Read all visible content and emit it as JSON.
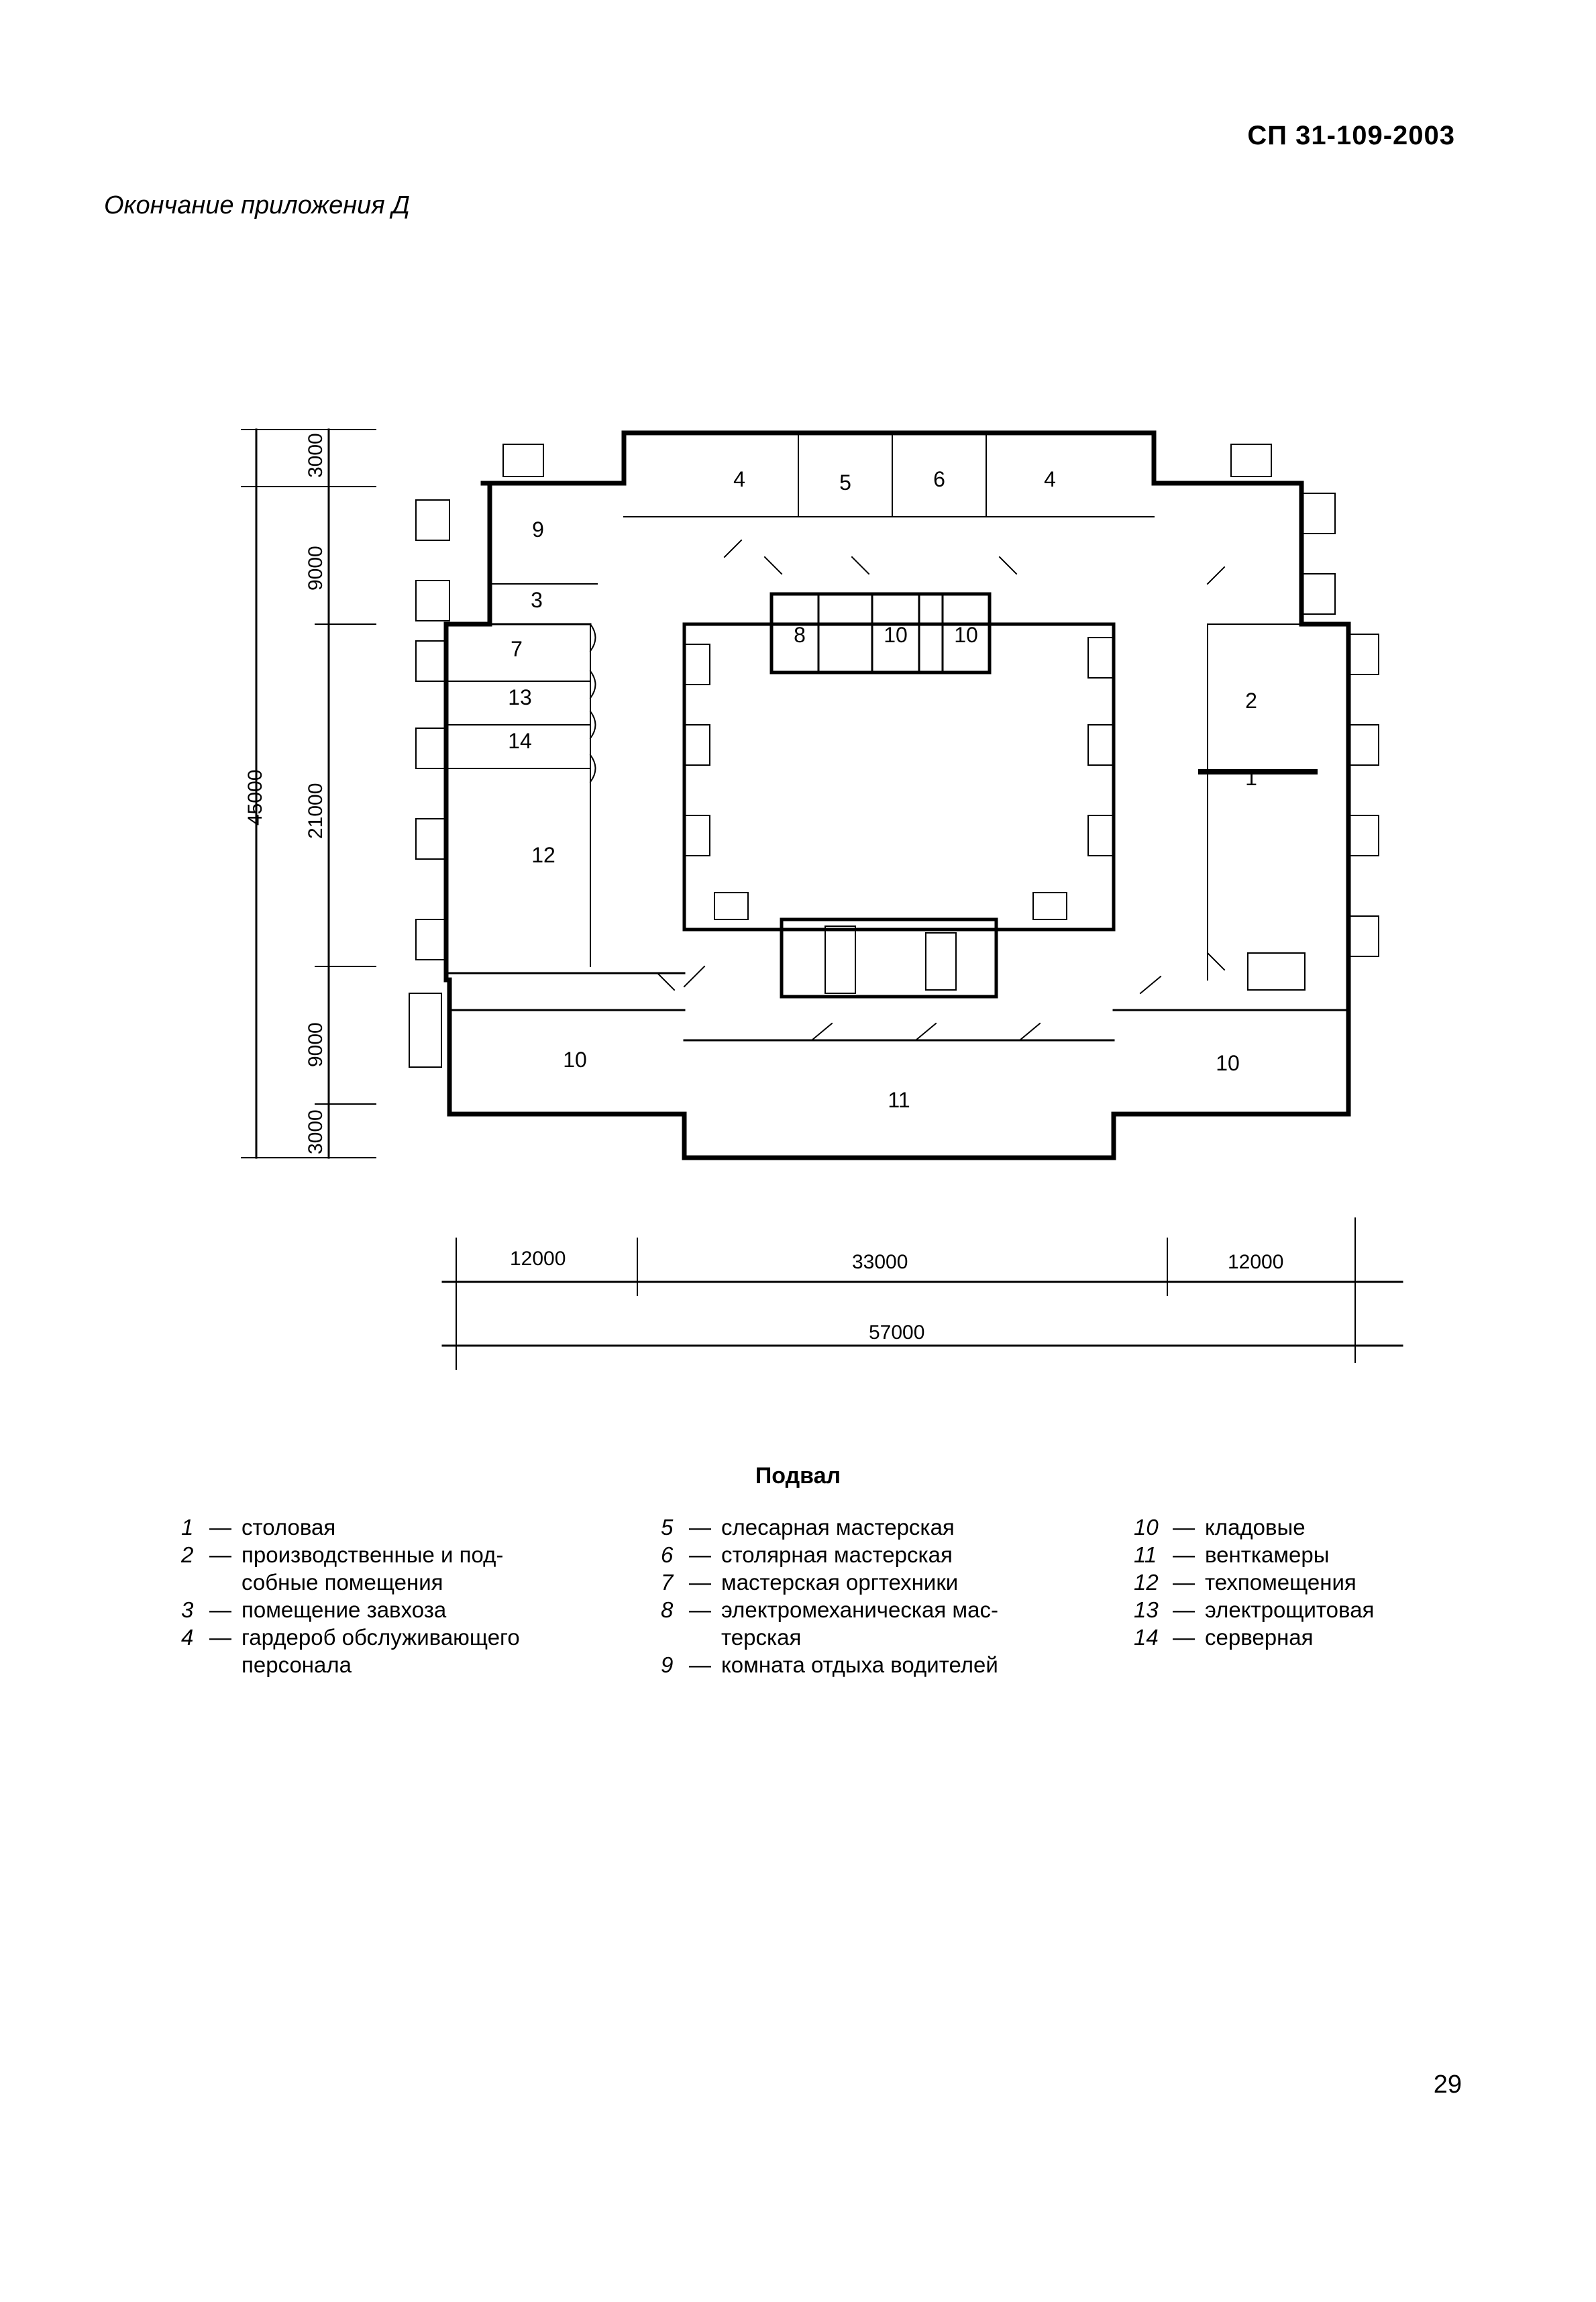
{
  "header": {
    "doc_code": "СП 31-109-2003",
    "appendix_title": "Окончание приложения Д"
  },
  "plan": {
    "vertical_dims": {
      "total": "45000",
      "segments": [
        "3000",
        "9000",
        "21000",
        "9000",
        "3000"
      ]
    },
    "horizontal_dims": {
      "segments": [
        "12000",
        "33000",
        "12000"
      ],
      "total": "57000"
    },
    "room_labels": {
      "r1": "1",
      "r2": "2",
      "r3": "3",
      "r4a": "4",
      "r4b": "4",
      "r5": "5",
      "r6": "6",
      "r7": "7",
      "r8": "8",
      "r9": "9",
      "r10a": "10",
      "r10b": "10",
      "r10c": "10",
      "r10d": "10",
      "r11": "11",
      "r12": "12",
      "r13": "13",
      "r14": "14"
    }
  },
  "caption": "Подвал",
  "legend": {
    "col1": [
      {
        "num": "1",
        "text": "столовая",
        "cont": ""
      },
      {
        "num": "2",
        "text": "производственные и под-",
        "cont": "собные помещения"
      },
      {
        "num": "3",
        "text": "помещение завхоза",
        "cont": ""
      },
      {
        "num": "4",
        "text": "гардероб обслуживающего",
        "cont": "персонала"
      }
    ],
    "col2": [
      {
        "num": "5",
        "text": "слесарная мастерская",
        "cont": ""
      },
      {
        "num": "6",
        "text": "столярная мастерская",
        "cont": ""
      },
      {
        "num": "7",
        "text": "мастерская оргтехники",
        "cont": ""
      },
      {
        "num": "8",
        "text": "электромеханическая мас-",
        "cont": "терская"
      },
      {
        "num": "9",
        "text": "комната отдыха водителей",
        "cont": ""
      }
    ],
    "col3": [
      {
        "num": "10",
        "text": "кладовые"
      },
      {
        "num": "11",
        "text": "венткамеры"
      },
      {
        "num": "12",
        "text": "техпомещения"
      },
      {
        "num": "13",
        "text": "электрощитовая"
      },
      {
        "num": "14",
        "text": "серверная"
      }
    ],
    "dash": "—"
  },
  "page_number": "29"
}
